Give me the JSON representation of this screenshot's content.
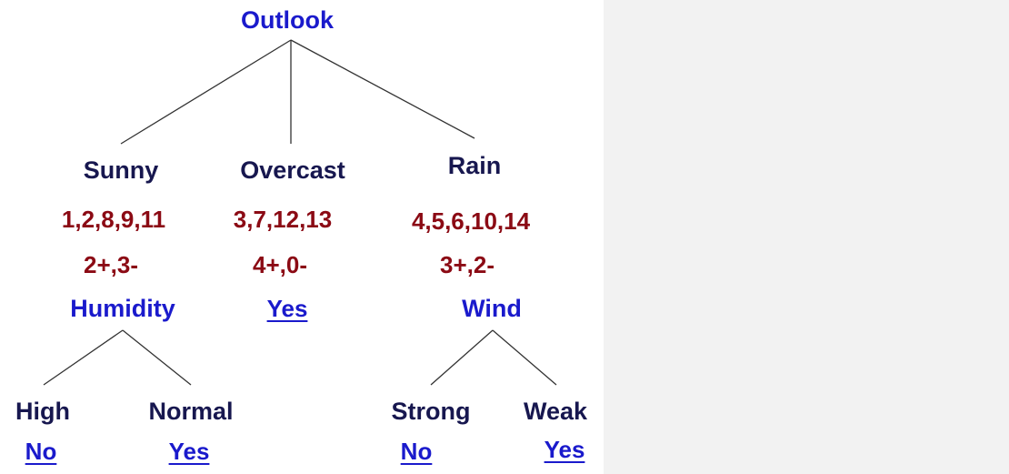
{
  "tree": {
    "root": "Outlook",
    "branches": [
      {
        "value": "Sunny",
        "examples": "1,2,8,9,11",
        "counts": "2+,3-",
        "node": "Humidity",
        "children": [
          {
            "value": "High",
            "leaf": "No"
          },
          {
            "value": "Normal",
            "leaf": "Yes"
          }
        ]
      },
      {
        "value": "Overcast",
        "examples": "3,7,12,13",
        "counts": "4+,0-",
        "leaf": "Yes"
      },
      {
        "value": "Rain",
        "examples": "4,5,6,10,14",
        "counts": "3+,2-",
        "node": "Wind",
        "children": [
          {
            "value": "Strong",
            "leaf": "No"
          },
          {
            "value": "Weak",
            "leaf": "Yes"
          }
        ]
      }
    ]
  },
  "colors": {
    "attribute": "#1a1acc",
    "branch_value": "#17174f",
    "examples": "#8b0a14",
    "edge": "#333333",
    "right_panel": "#f2f2f2"
  }
}
